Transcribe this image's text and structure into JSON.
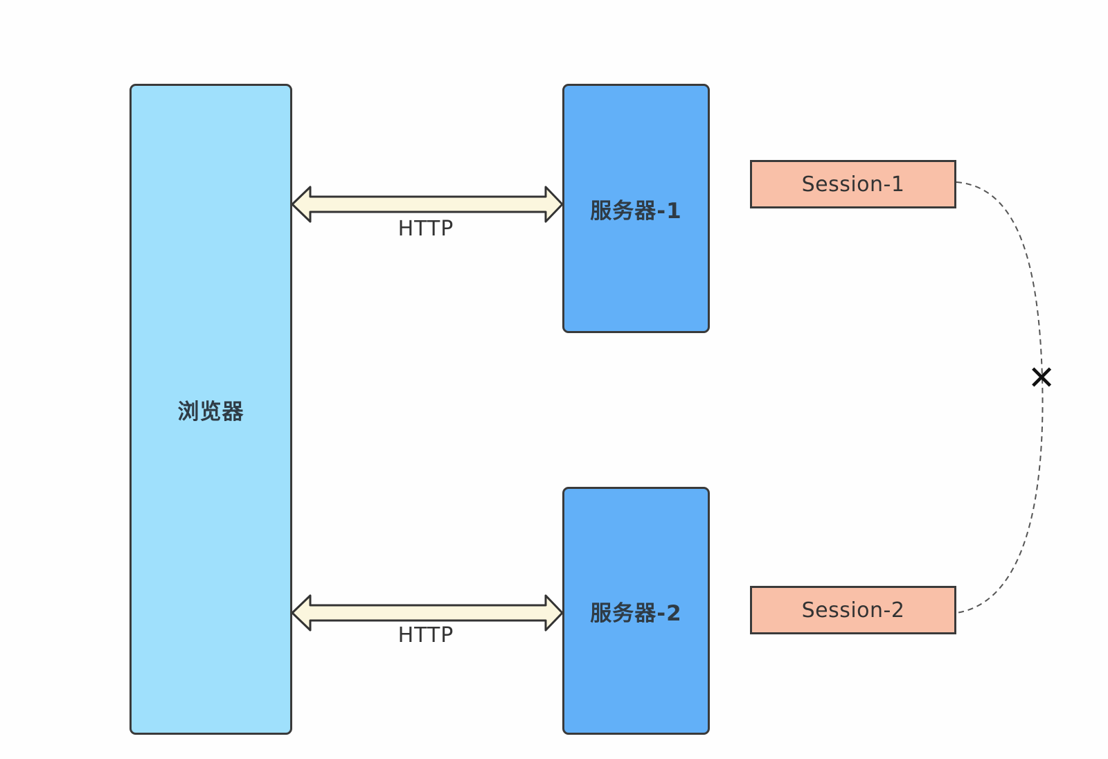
{
  "diagram": {
    "browser": {
      "label": "浏览器"
    },
    "servers": [
      {
        "label": "服务器-1"
      },
      {
        "label": "服务器-2"
      }
    ],
    "sessions": [
      {
        "label": "Session-1"
      },
      {
        "label": "Session-2"
      }
    ],
    "connections": [
      {
        "label": "HTTP"
      },
      {
        "label": "HTTP"
      }
    ],
    "session_link": {
      "status_mark": "✕",
      "style": "dashed"
    },
    "colors": {
      "browser_fill": "#9fe0fc",
      "server_fill": "#62b0f8",
      "session_fill": "#f9c0a8",
      "arrow_fill": "#fbf6de",
      "outline": "#3a3a3a"
    }
  }
}
